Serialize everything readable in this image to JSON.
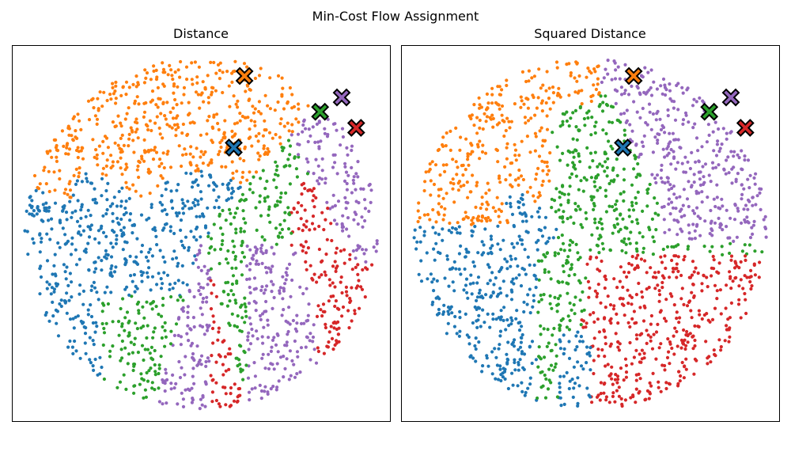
{
  "figure": {
    "suptitle": "Min-Cost Flow Assignment"
  },
  "palette": {
    "blue": "#1f77b4",
    "orange": "#ff7f0e",
    "green": "#2ca02c",
    "red": "#d62728",
    "purple": "#9467bd"
  },
  "chart_data": [
    {
      "type": "scatter",
      "title": "Distance",
      "xlabel": "",
      "ylabel": "",
      "xlim": [
        -1.05,
        1.05
      ],
      "ylim": [
        -1.05,
        1.05
      ],
      "axis_ticks": "off",
      "grid": false,
      "points_note_unused": null,
      "centers": [
        {
          "cluster": "blue",
          "x": 0.18,
          "y": 0.48,
          "marker": "X"
        },
        {
          "cluster": "orange",
          "x": 0.24,
          "y": 0.88,
          "marker": "X"
        },
        {
          "cluster": "green",
          "x": 0.66,
          "y": 0.68,
          "marker": "X"
        },
        {
          "cluster": "purple",
          "x": 0.78,
          "y": 0.76,
          "marker": "X"
        },
        {
          "cluster": "red",
          "x": 0.86,
          "y": 0.59,
          "marker": "X"
        }
      ],
      "point_count_per_cluster": 380
    },
    {
      "type": "scatter",
      "title": "Squared Distance",
      "xlabel": "",
      "ylabel": "",
      "xlim": [
        -1.05,
        1.05
      ],
      "ylim": [
        -1.05,
        1.05
      ],
      "axis_ticks": "off",
      "grid": false,
      "centers": [
        {
          "cluster": "blue",
          "x": 0.18,
          "y": 0.48,
          "marker": "X"
        },
        {
          "cluster": "orange",
          "x": 0.24,
          "y": 0.88,
          "marker": "X"
        },
        {
          "cluster": "green",
          "x": 0.66,
          "y": 0.68,
          "marker": "X"
        },
        {
          "cluster": "purple",
          "x": 0.78,
          "y": 0.76,
          "marker": "X"
        },
        {
          "cluster": "red",
          "x": 0.86,
          "y": 0.59,
          "marker": "X"
        }
      ],
      "point_count_per_cluster": 380
    }
  ]
}
